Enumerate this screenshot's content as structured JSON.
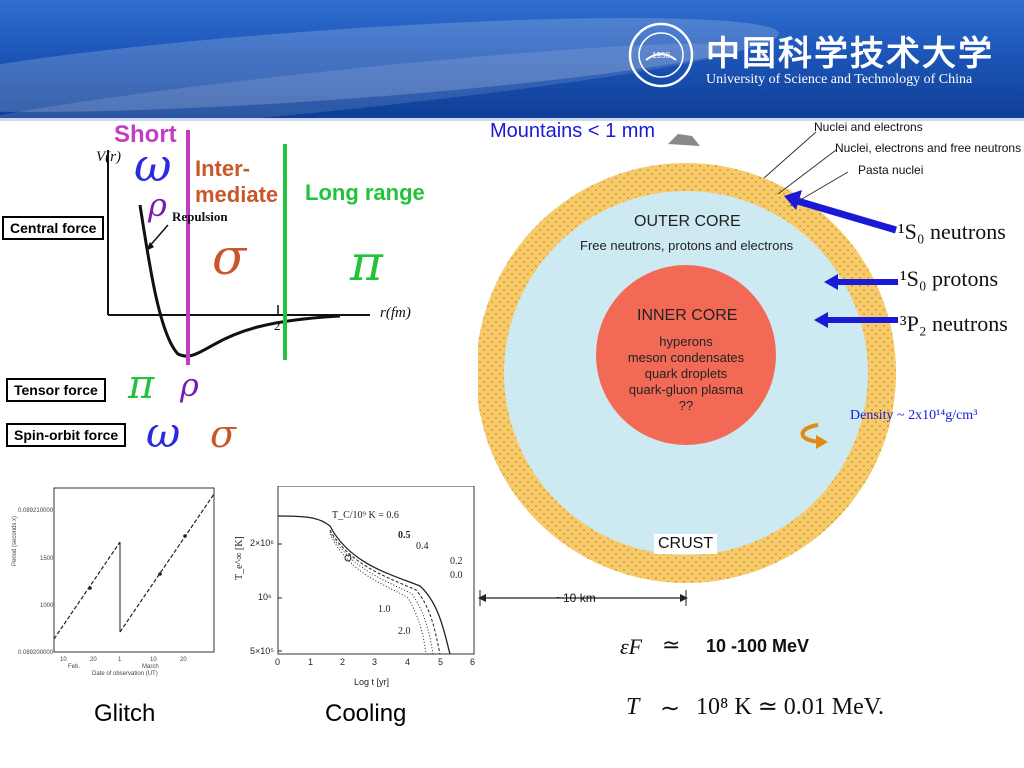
{
  "header": {
    "logo_cn": "中国科学技术大学",
    "logo_en": "University of Science and Technology of China",
    "seal_text": "1958"
  },
  "potential": {
    "short_label": "Short",
    "inter_label_1": "Inter-",
    "inter_label_2": "mediate",
    "long_label": "Long range",
    "vr_label": "V(r)",
    "repulsion_label": "Repulsion",
    "r_axis_label": "r(fm)",
    "tick_2": "2",
    "omega": "ω",
    "rho": "ρ",
    "sigma": "σ",
    "pi": "π",
    "central_force": "Central force",
    "tensor_force": "Tensor force",
    "spin_orbit_force": "Spin-orbit force",
    "tensor_pi": "π",
    "tensor_rho": "ρ",
    "so_omega": "ω",
    "so_sigma": "σ"
  },
  "glitch": {
    "caption": "Glitch",
    "y_label": "Period (seconds x)",
    "y_ticks": [
      "0.089210000",
      "1500",
      "1000",
      "0.089200000"
    ],
    "x_ticks": [
      "10",
      "20",
      "1",
      "10",
      "20"
    ],
    "months": [
      "Feb.",
      "March"
    ],
    "x_label": "Date of observation (UT)"
  },
  "cooling": {
    "caption": "Cooling",
    "tc_label": "T_C/10⁹ K = 0.6",
    "curve_labels": [
      "0.5",
      "0.4",
      "0.2",
      "0.0",
      "1.0",
      "2.0"
    ],
    "y_label": "T_e^∞ [K]",
    "y_ticks": [
      "2×10⁶",
      "10⁶",
      "5×10⁵"
    ],
    "x_ticks": [
      "0",
      "1",
      "2",
      "3",
      "4",
      "5",
      "6"
    ],
    "x_label": "Log t [yr]"
  },
  "star": {
    "mountains": "Mountains < 1 mm",
    "nuclei_electrons": "Nuclei and electrons",
    "nuclei_free_neutrons": "Nuclei, electrons and free neutrons",
    "pasta": "Pasta nuclei",
    "outer_core_title": "OUTER CORE",
    "outer_core_desc": "Free neutrons, protons and electrons",
    "inner_core_title": "INNER CORE",
    "inner_core_lines": [
      "hyperons",
      "meson condensates",
      "quark droplets",
      "quark-gluon plasma",
      "??"
    ],
    "crust": "CRUST",
    "scale": "~10 km",
    "density": "Density ~ 2x10¹⁴g/cm³",
    "arrow1_label": "¹S₀ neutrons",
    "arrow2_label": "¹S₀ protons",
    "arrow3_label": "³P₂ neutrons",
    "colors": {
      "crust": "#f7cb6a",
      "outer": "#cde9f2",
      "inner": "#f26a55",
      "arrow": "#1a1ad6"
    }
  },
  "formulas": {
    "eps_symbol": "εF",
    "approx": "≃",
    "eps_value": "10 -100 MeV",
    "t_formula_T": "T",
    "t_formula_sim": "∼",
    "t_formula_value": "10⁸ K ≃ 0.01 MeV."
  }
}
